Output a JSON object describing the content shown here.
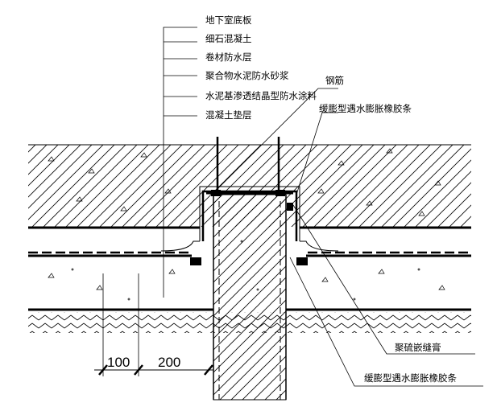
{
  "layer_labels": [
    "地下室底板",
    "细石混凝土",
    "卷材防水层",
    "聚合物水泥防水砂浆",
    "水泥基渗透结晶型防水涂料",
    "混凝土垫层"
  ],
  "callouts": {
    "rebar": "钢筋",
    "swell_strip_top": "缓膨型遇水膨胀橡胶条",
    "sealant": "聚硫嵌缝膏",
    "swell_strip_bottom": "缓膨型遇水膨胀橡胶条"
  },
  "dimensions": {
    "d1": "100",
    "d2": "200"
  }
}
